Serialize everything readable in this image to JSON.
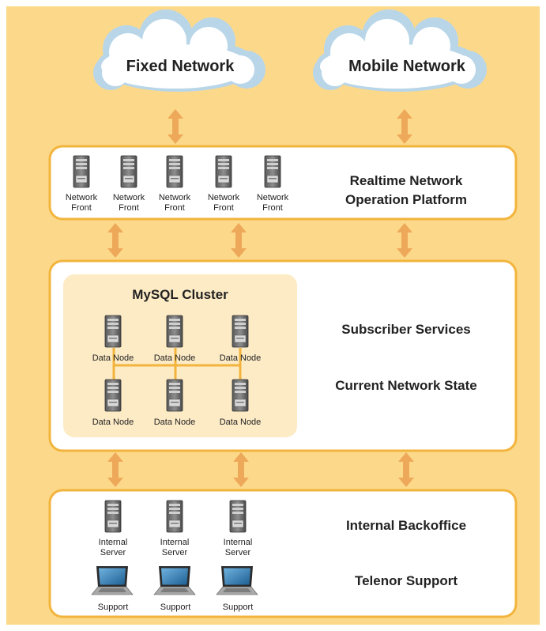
{
  "clouds": {
    "fixed": "Fixed Network",
    "mobile": "Mobile Network"
  },
  "realtime": {
    "title_line1": "Realtime Network",
    "title_line2": "Operation Platform",
    "server_line1": "Network",
    "server_line2": "Front"
  },
  "services": {
    "cluster_title": "MySQL Cluster",
    "node_label": "Data Node",
    "label1": "Subscriber Services",
    "label2": "Current Network State"
  },
  "backoffice": {
    "server_line1": "Internal",
    "server_line2": "Server",
    "laptop_label": "Support",
    "label1": "Internal Backoffice",
    "label2": "Telenor Support"
  },
  "colors": {
    "background": "#fcd98a",
    "panel_border": "#f2b43c",
    "arrow": "#eea85a",
    "cluster_bg": "#fdebc6",
    "cloud_fill": "#ffffff",
    "cloud_shade": "#b9d6e8",
    "connector": "#f2b43c"
  }
}
